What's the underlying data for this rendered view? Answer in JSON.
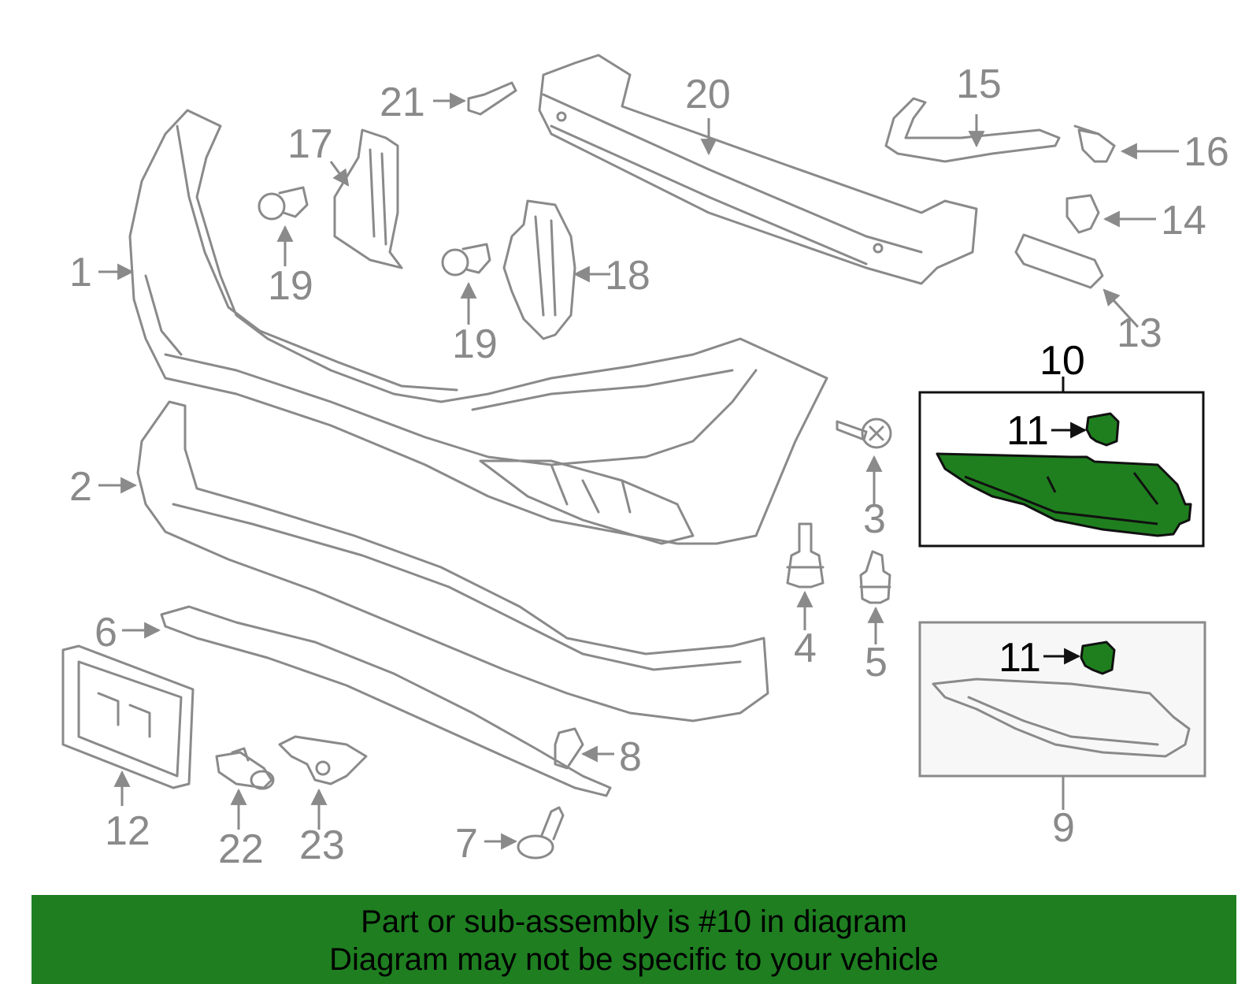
{
  "colors": {
    "highlight": "#1f7f1f",
    "banner": "#1e7e20",
    "line": "#8a8a8a"
  },
  "callouts": {
    "c1": "1",
    "c2": "2",
    "c3": "3",
    "c4": "4",
    "c5": "5",
    "c6": "6",
    "c7": "7",
    "c8": "8",
    "c9": "9",
    "c10": "10",
    "c11a": "11",
    "c11b": "11",
    "c12": "12",
    "c13": "13",
    "c14": "14",
    "c15": "15",
    "c16": "16",
    "c17": "17",
    "c18": "18",
    "c19a": "19",
    "c19b": "19",
    "c20": "20",
    "c21": "21",
    "c22": "22",
    "c23": "23"
  },
  "banner": {
    "line1": "Part or sub-assembly is #10 in diagram",
    "line2": "Diagram may not be specific to your vehicle"
  }
}
